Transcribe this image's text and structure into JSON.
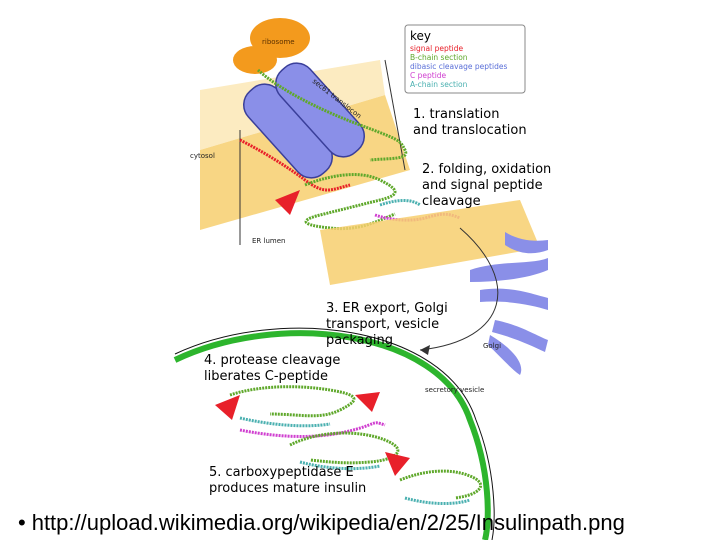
{
  "key": {
    "title": "key",
    "items": [
      {
        "label": "signal peptide",
        "color": "#e8202a"
      },
      {
        "label": "B-chain section",
        "color": "#5fa82b"
      },
      {
        "label": "dibasic cleavage peptides",
        "color": "#5a6fd8"
      },
      {
        "label": "C peptide",
        "color": "#d040d0"
      },
      {
        "label": "A-chain section",
        "color": "#4ab0b0"
      }
    ]
  },
  "labels": {
    "ribosome": "ribosome",
    "translocon": "sec61 translocon",
    "cytosol": "cytosol",
    "er_lumen": "ER lumen",
    "golgi": "Golgi",
    "secretory_vesicle": "secretory vesicle"
  },
  "steps": [
    {
      "line1": "1. translation",
      "line2": "and translocation"
    },
    {
      "line1": "2. folding, oxidation",
      "line2": "and signal peptide",
      "line3": "cleavage"
    },
    {
      "line1": "3. ER export, Golgi",
      "line2": "transport, vesicle",
      "line3": "packaging"
    },
    {
      "line1": "4. protease cleavage",
      "line2": "liberates C-peptide"
    },
    {
      "line1": "5. carboxypeptidase E",
      "line2": "produces mature insulin"
    }
  ],
  "caption": {
    "bullet": "•",
    "text": "http://upload.wikimedia.org/wikipedia/en/2/25/Insulinpath.png"
  },
  "colors": {
    "ribosome": "#f39a1d",
    "translocon": "#8a8fe8",
    "membrane": "#f7cf6e",
    "vesicle": "#2db52d",
    "signal": "#e8202a"
  }
}
